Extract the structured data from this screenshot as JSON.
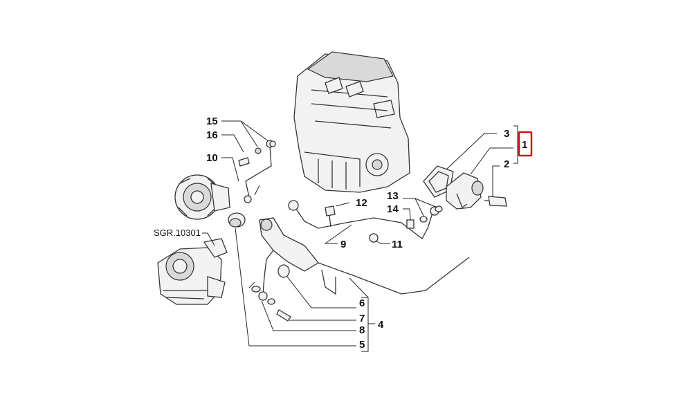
{
  "diagram": {
    "callouts": [
      {
        "id": "c15",
        "label": "15"
      },
      {
        "id": "c16",
        "label": "16"
      },
      {
        "id": "c10",
        "label": "10"
      },
      {
        "id": "c3",
        "label": "3"
      },
      {
        "id": "c1",
        "label": "1"
      },
      {
        "id": "c2",
        "label": "2"
      },
      {
        "id": "c12",
        "label": "12"
      },
      {
        "id": "c13",
        "label": "13"
      },
      {
        "id": "c14",
        "label": "14"
      },
      {
        "id": "c9",
        "label": "9"
      },
      {
        "id": "c11",
        "label": "11"
      },
      {
        "id": "c6",
        "label": "6"
      },
      {
        "id": "c7",
        "label": "7"
      },
      {
        "id": "c8",
        "label": "8"
      },
      {
        "id": "c4",
        "label": "4"
      },
      {
        "id": "c5",
        "label": "5"
      }
    ],
    "reference": "SGR.10301",
    "highlight_color": "#cc1111"
  }
}
